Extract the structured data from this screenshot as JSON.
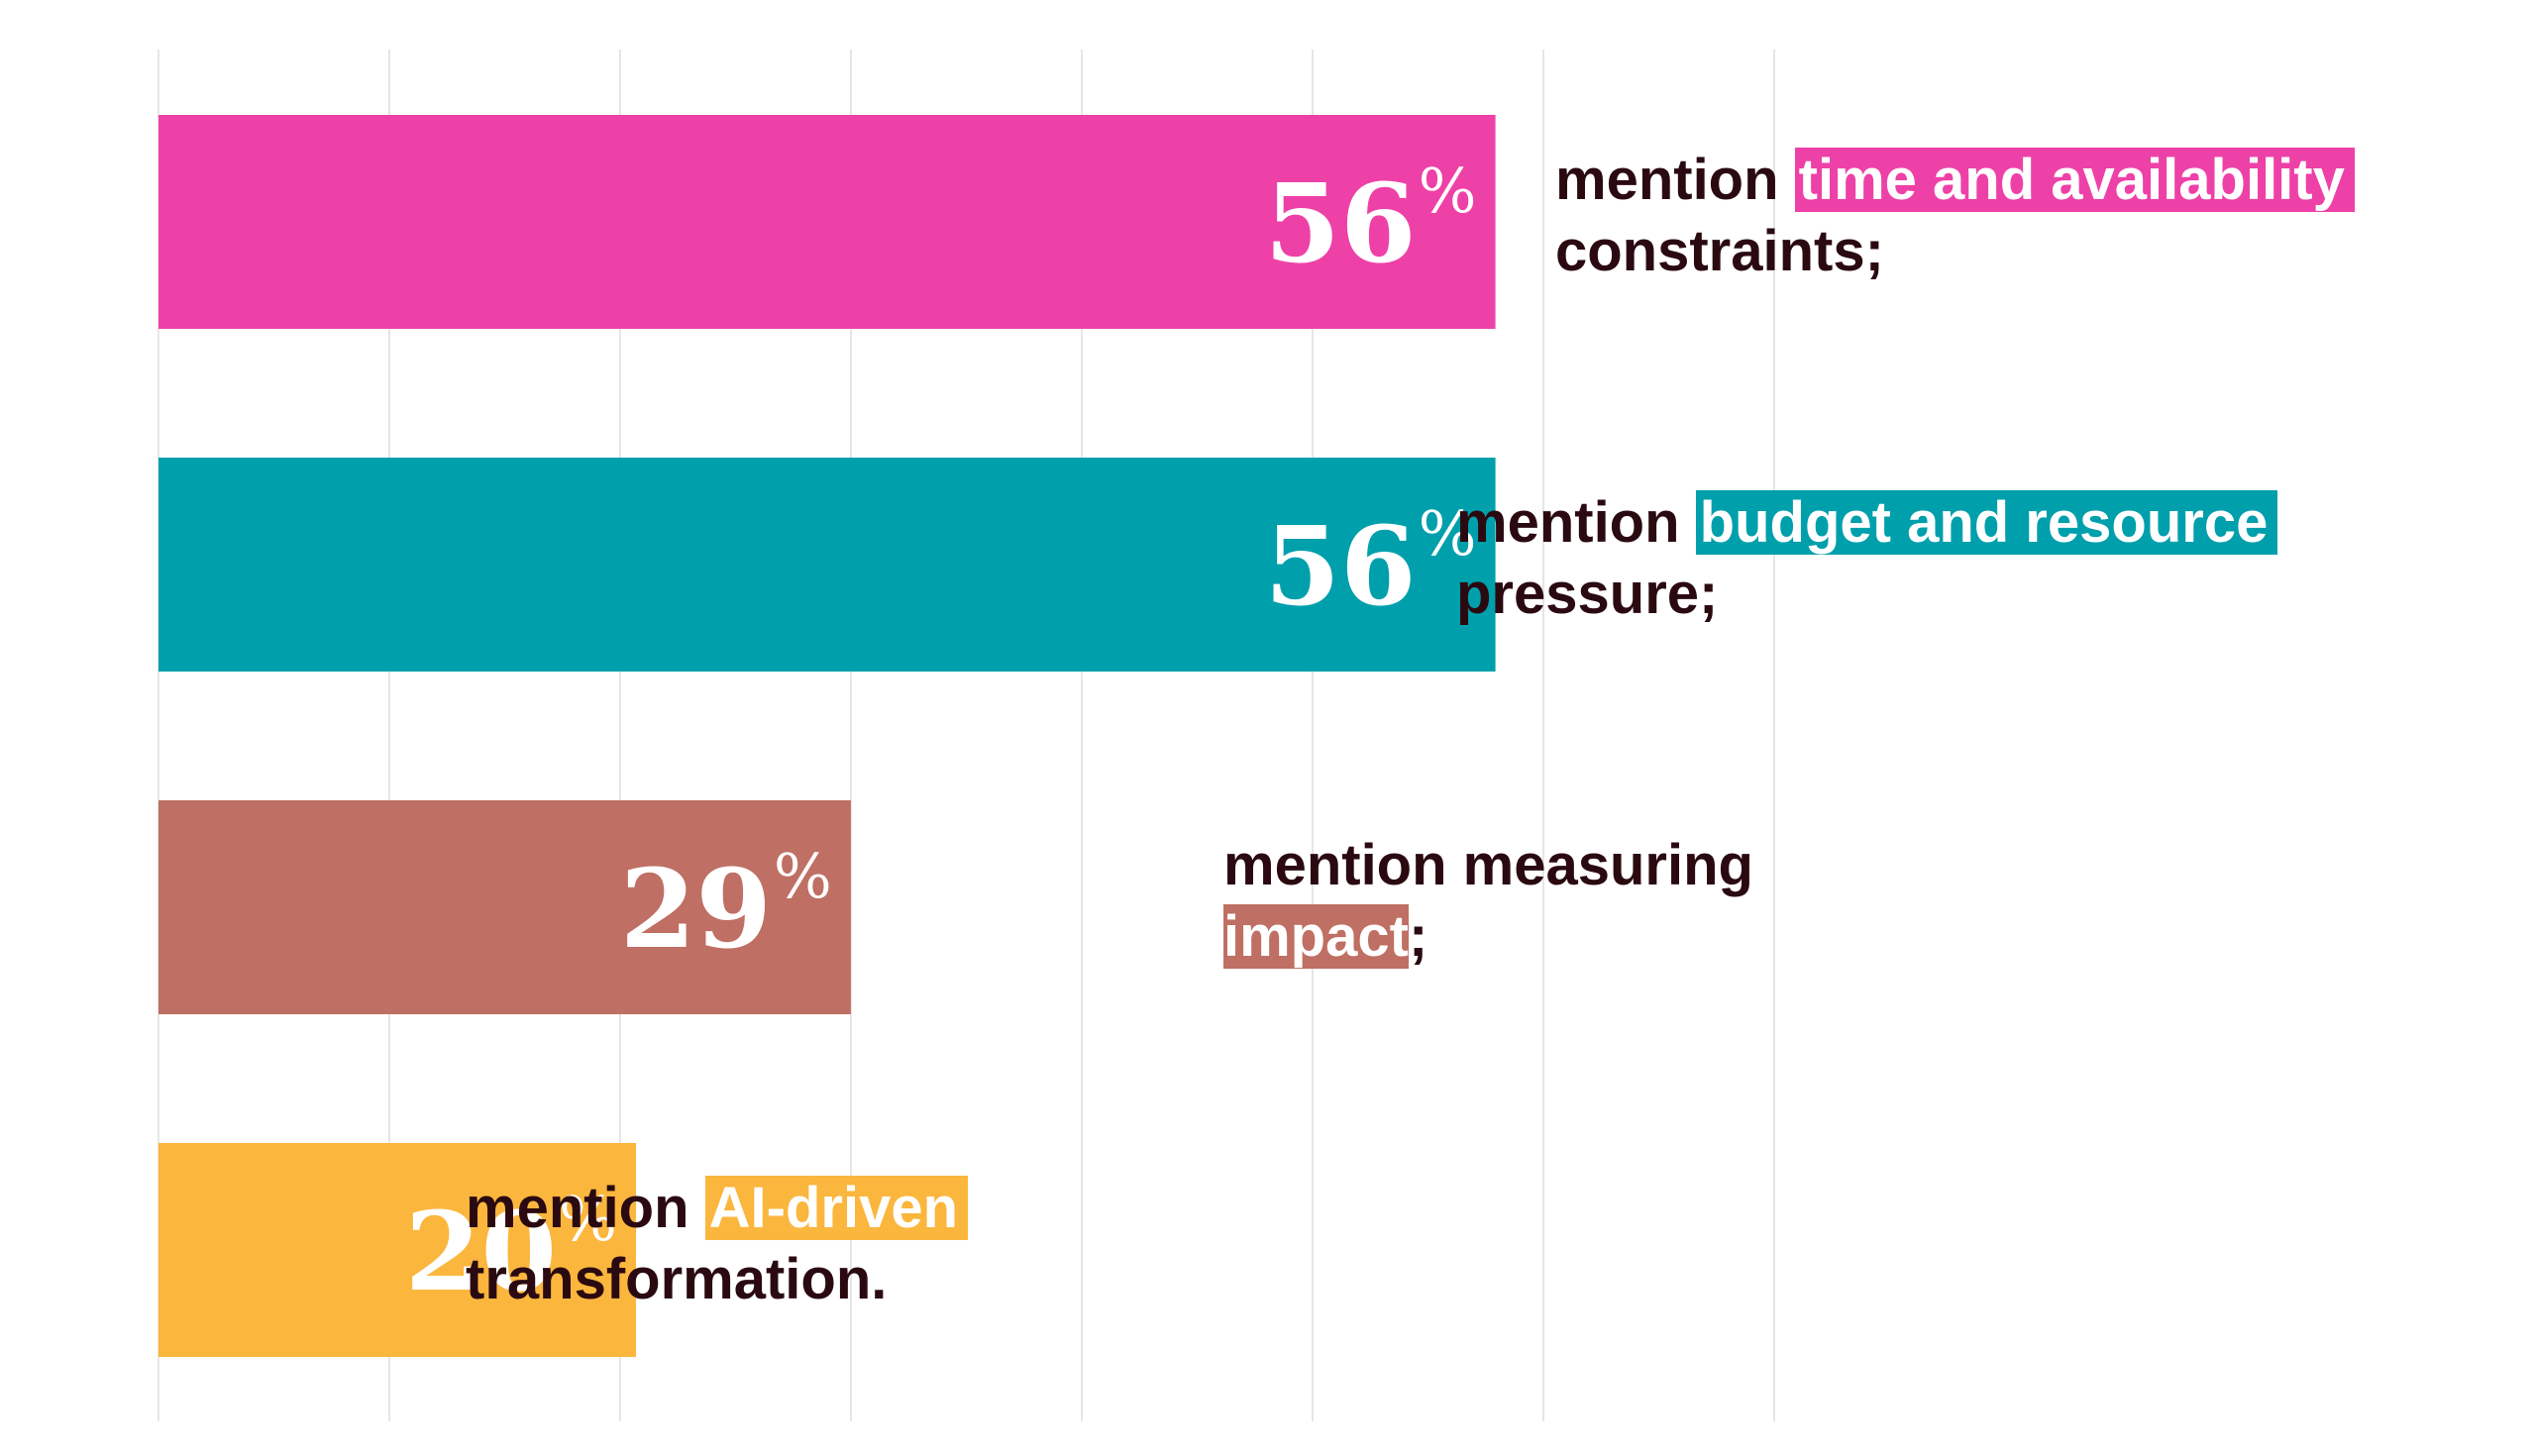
{
  "chart_data": {
    "type": "bar",
    "orientation": "horizontal",
    "grid": true,
    "series": [
      {
        "values": [
          56,
          56,
          29,
          20
        ],
        "value_labels": [
          "56",
          "56",
          "29",
          "20"
        ],
        "unit": "%",
        "colors": [
          "#ee41a7",
          "#009fac",
          "#bf6f63",
          "#fbb63d"
        ]
      }
    ]
  },
  "annotations": [
    {
      "prefix": "mention ",
      "highlight": "time and availability",
      "rest": "",
      "line2_highlight": "",
      "line2": "constraints;",
      "highlight_color": "#ee41a7"
    },
    {
      "prefix": "mention ",
      "highlight": "budget and resource",
      "rest": "",
      "line2_highlight": "",
      "line2": "pressure;",
      "highlight_color": "#009fac"
    },
    {
      "prefix": "mention measuring",
      "highlight": "",
      "rest": "",
      "line2_highlight": "impact",
      "line2": ";",
      "highlight_color": "#bf6f63"
    },
    {
      "prefix": "mention ",
      "highlight": "AI-driven",
      "rest": "",
      "line2_highlight": "",
      "line2": "transformation.",
      "highlight_color": "#fbb63d"
    }
  ]
}
